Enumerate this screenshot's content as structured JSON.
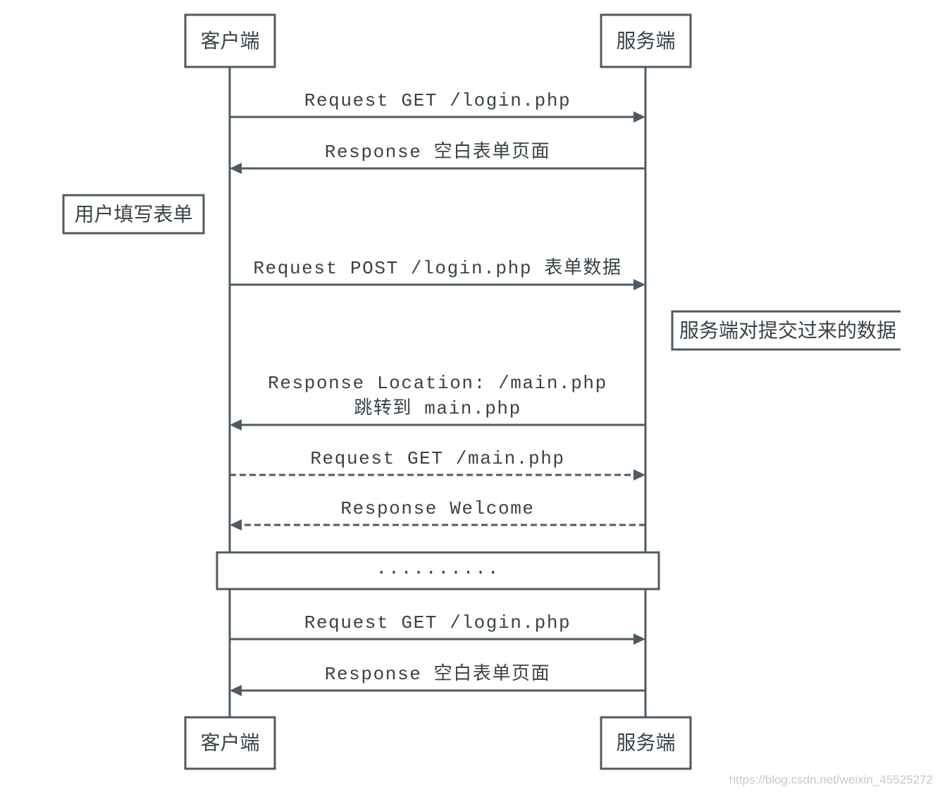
{
  "actors": {
    "client_label": "客户端",
    "server_label": "服务端"
  },
  "notes": {
    "client_note": "用户填写表单",
    "server_note": "服务端对提交过来的数据"
  },
  "messages": [
    {
      "lines": [
        "Request GET /login.php"
      ],
      "direction": "to-server",
      "style": "solid"
    },
    {
      "lines": [
        "Response 空白表单页面"
      ],
      "direction": "to-client",
      "style": "solid"
    },
    {
      "lines": [
        "Request POST /login.php 表单数据"
      ],
      "direction": "to-server",
      "style": "solid"
    },
    {
      "lines": [
        "Response Location: /main.php",
        "跳转到 main.php"
      ],
      "direction": "to-client",
      "style": "solid"
    },
    {
      "lines": [
        "Request GET /main.php"
      ],
      "direction": "to-server",
      "style": "dashed"
    },
    {
      "lines": [
        "Response Welcome"
      ],
      "direction": "to-client",
      "style": "dashed"
    },
    {
      "lines": [
        "Request GET /login.php"
      ],
      "direction": "to-server",
      "style": "solid"
    },
    {
      "lines": [
        "Response 空白表单页面"
      ],
      "direction": "to-client",
      "style": "solid"
    }
  ],
  "ellipsis": {
    "label": ".........."
  },
  "watermark": "https://blog.csdn.net/weixin_45525272"
}
